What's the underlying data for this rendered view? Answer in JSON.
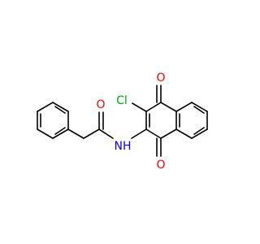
{
  "molecule": {
    "labels": {
      "cl": "Cl",
      "o_top": "O",
      "o_bottom": "O",
      "o_amide": "O",
      "nh": "NH"
    },
    "colors": {
      "bond": "#000000",
      "oxygen": "#ff0000",
      "chlorine": "#00aa00",
      "nitrogen": "#0000ff"
    }
  }
}
